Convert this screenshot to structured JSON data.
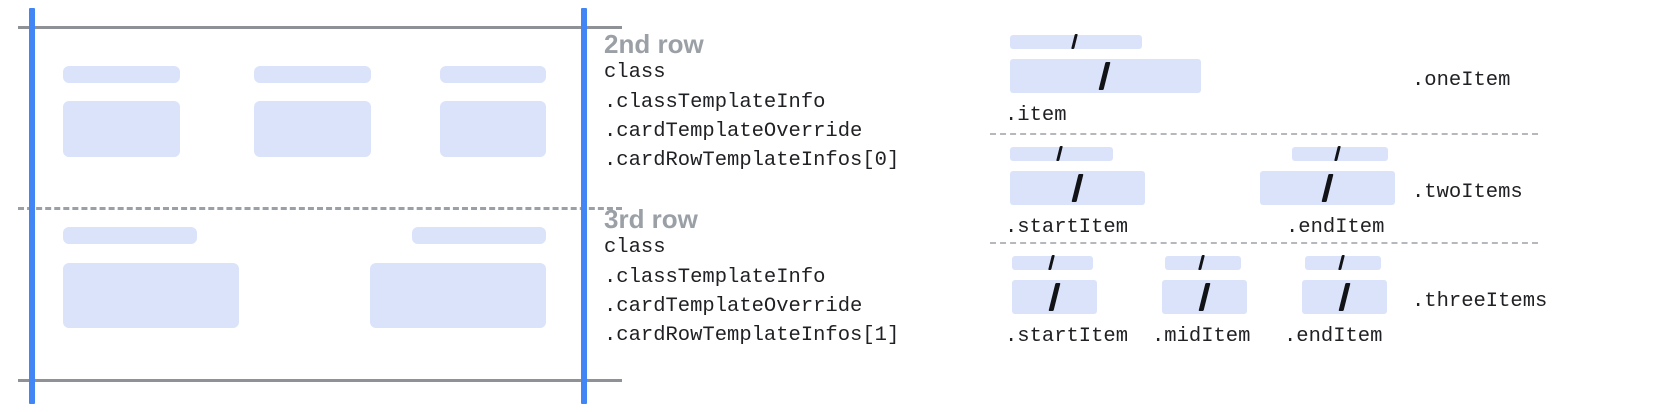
{
  "diagram": {
    "title_color": "#9aa0a6",
    "accent_color": "#4285f4",
    "placeholder_color": "#dae3fa",
    "guide_color": "#8e9196"
  },
  "annotations": [
    {
      "title": "2nd row",
      "code_lines": [
        "class",
        ".classTemplateInfo",
        ".cardTemplateOverride",
        ".cardRowTemplateInfos[0]"
      ]
    },
    {
      "title": "3rd row",
      "code_lines": [
        "class",
        ".classTemplateInfo",
        ".cardTemplateOverride",
        ".cardRowTemplateInfos[1]"
      ]
    }
  ],
  "variants": [
    {
      "row_label": ".oneItem",
      "items": [
        {
          "caption": ".item"
        }
      ]
    },
    {
      "row_label": ".twoItems",
      "items": [
        {
          "caption": ".startItem"
        },
        {
          "caption": ".endItem"
        }
      ]
    },
    {
      "row_label": ".threeItems",
      "items": [
        {
          "caption": ".startItem"
        },
        {
          "caption": ".midItem"
        },
        {
          "caption": ".endItem"
        }
      ]
    }
  ],
  "left_rows": [
    {
      "name": "second-row",
      "cells": 3
    },
    {
      "name": "third-row",
      "cells": 2
    }
  ]
}
